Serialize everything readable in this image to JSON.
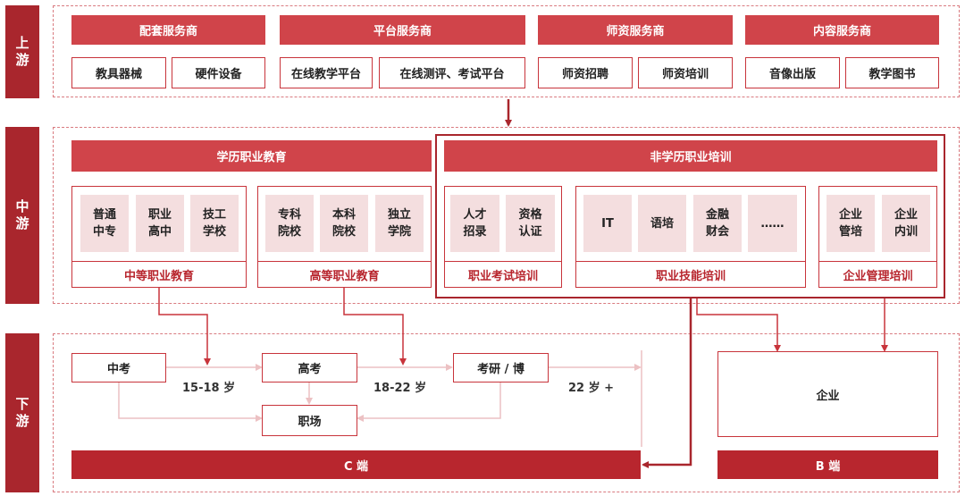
{
  "side_labels": {
    "up": "上\n游",
    "mid": "中\n游",
    "down": "下\n游"
  },
  "upstream": {
    "groups": [
      {
        "title": "配套服务商",
        "items": [
          "教具器械",
          "硬件设备"
        ]
      },
      {
        "title": "平台服务商",
        "items": [
          "在线教学平台",
          "在线测评、考试平台"
        ]
      },
      {
        "title": "师资服务商",
        "items": [
          "师资招聘",
          "师资培训"
        ]
      },
      {
        "title": "内容服务商",
        "items": [
          "音像出版",
          "教学图书"
        ]
      }
    ]
  },
  "midstream": {
    "academic_header": "学历职业教育",
    "nonacademic_header": "非学历职业培训",
    "secondary": {
      "items": [
        "普通\n中专",
        "职业\n高中",
        "技工\n学校"
      ],
      "footer": "中等职业教育"
    },
    "higher": {
      "items": [
        "专科\n院校",
        "本科\n院校",
        "独立\n学院"
      ],
      "footer": "高等职业教育"
    },
    "exam": {
      "items": [
        "人才\n招录",
        "资格\n认证"
      ],
      "footer": "职业考试培训"
    },
    "skill": {
      "items": [
        "IT",
        "语培",
        "金融\n财会",
        "……"
      ],
      "footer": "职业技能培训"
    },
    "mgmt": {
      "items": [
        "企业\n管培",
        "企业\n内训"
      ],
      "footer": "企业管理培训"
    }
  },
  "downstream": {
    "zhongkao": "中考",
    "gaokao": "高考",
    "kaoyan": "考研 / 博",
    "workplace": "职场",
    "age1": "15-18 岁",
    "age2": "18-22 岁",
    "age3": "22 岁 +",
    "company": "企业",
    "c_end": "C 端",
    "b_end": "B 端"
  },
  "colors": {
    "dark_red": "#a9262d",
    "red": "#d0444a",
    "pink": "#f4dedf"
  }
}
